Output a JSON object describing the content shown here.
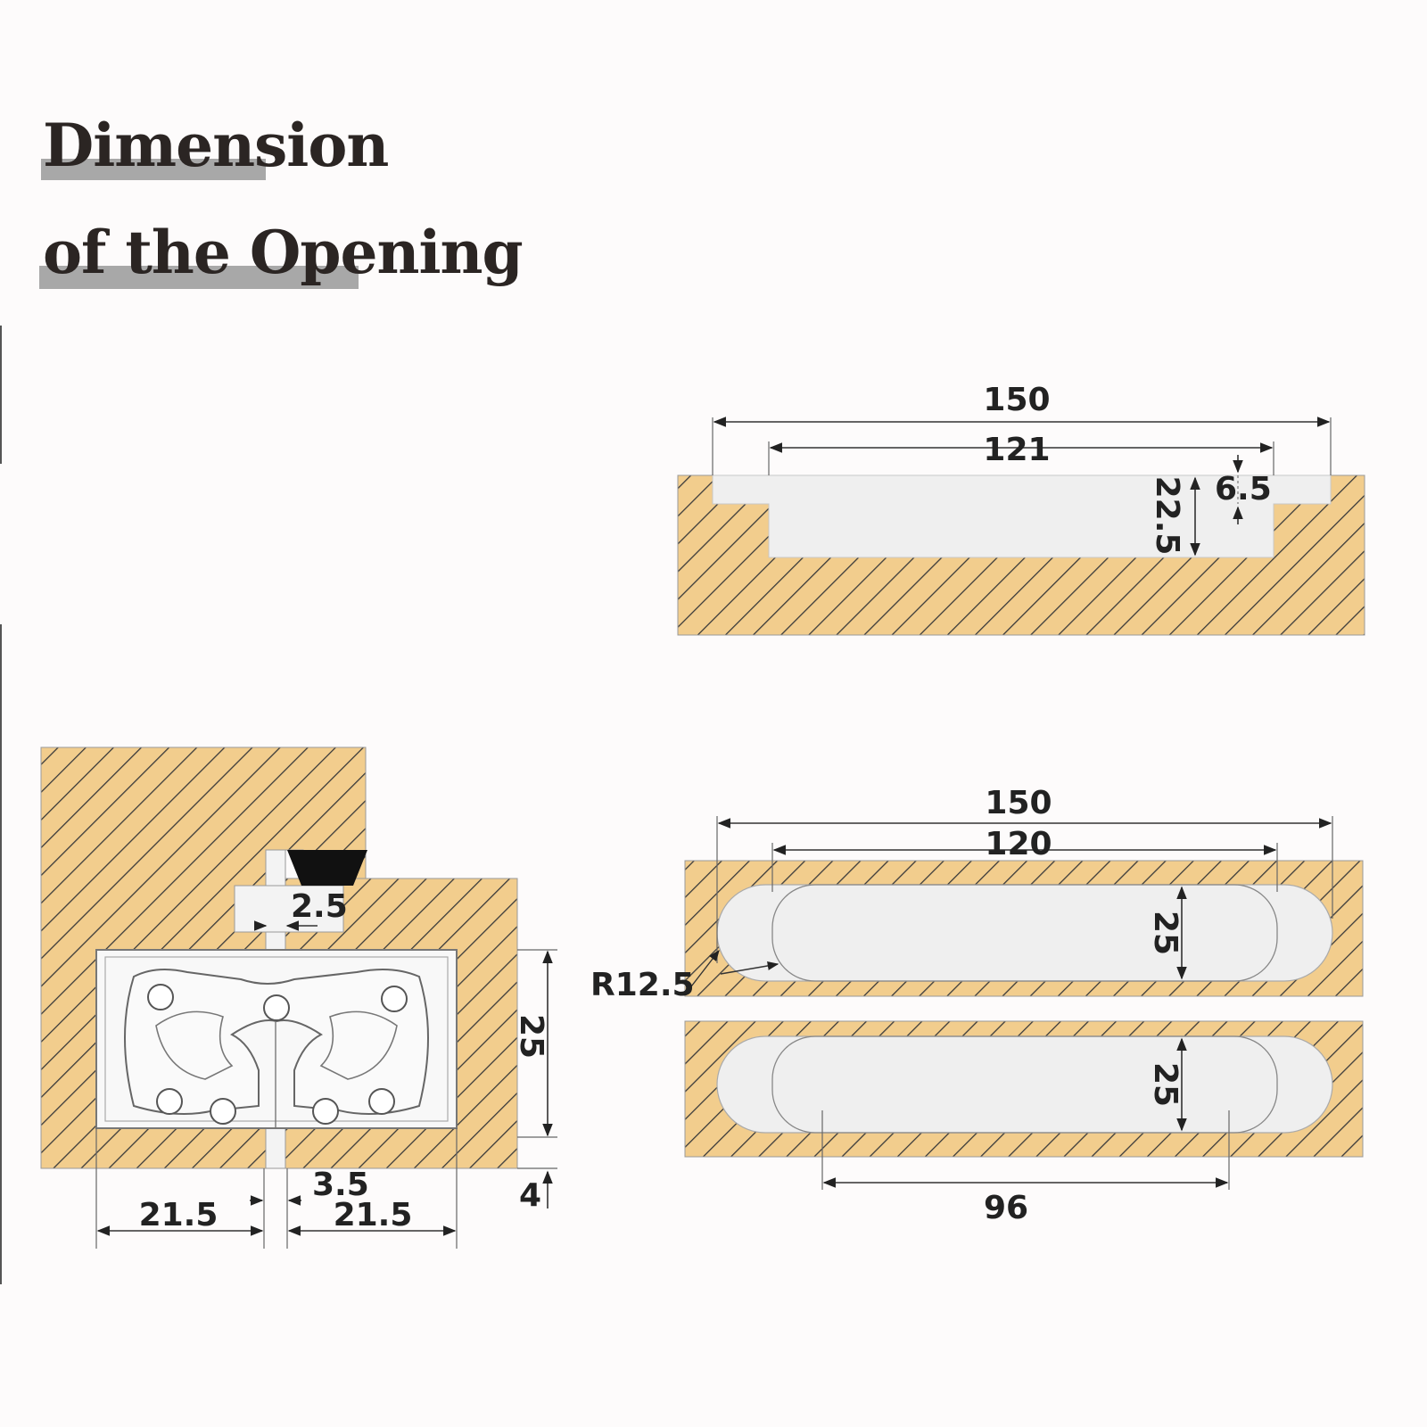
{
  "heading": {
    "line1": "Dimension",
    "line2": "of  the Opening"
  },
  "colors": {
    "wood": "#f2cd8d",
    "hatch": "#3a3a3a",
    "cavity": "#efefef",
    "text": "#222222",
    "heading_bar": "#a8a8a8"
  },
  "views": {
    "top_slot": {
      "outer_length": "150",
      "inner_length": "121",
      "depth": "22.5",
      "step_depth": "6.5"
    },
    "pocket_view": {
      "outer_length": "150",
      "inner_length": "120",
      "width_upper": "25",
      "width_lower": "25",
      "radius": "R12.5",
      "hole_spacing": "96"
    },
    "hinge_section": {
      "gap": "2.5",
      "height": "25",
      "left_width": "21.5",
      "right_width": "21.5",
      "center_gap": "3.5",
      "bottom_offset": "4"
    }
  }
}
